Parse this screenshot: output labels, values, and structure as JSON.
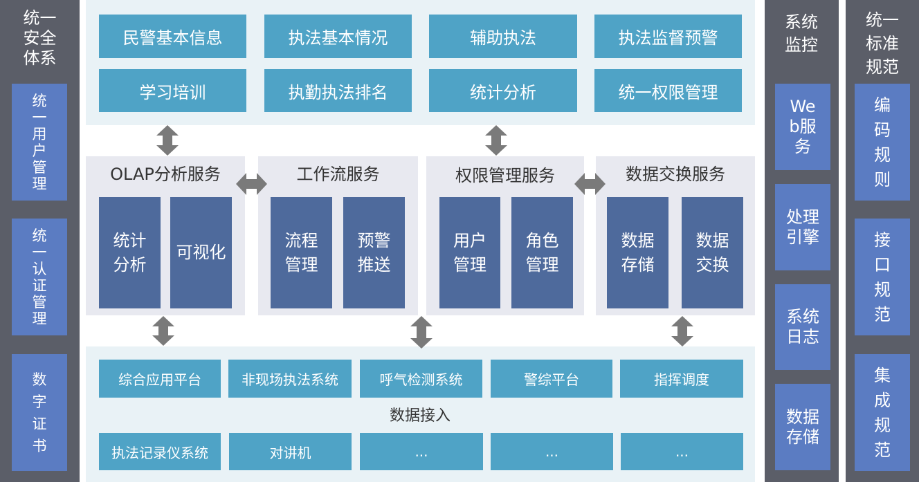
{
  "left_column": {
    "title": "统一安全体系",
    "items": [
      "统一用户管理",
      "统一认证管理",
      "数字证书"
    ]
  },
  "top_modules": {
    "row1": [
      "民警基本信息",
      "执法基本情况",
      "辅助执法",
      "执法监督预警"
    ],
    "row2": [
      "学习培训",
      "执勤执法排名",
      "统计分析",
      "统一权限管理"
    ]
  },
  "services": [
    {
      "title": "OLAP分析服务",
      "items": [
        "统计分析",
        "可视化"
      ]
    },
    {
      "title": "工作流服务",
      "items": [
        "流程管理",
        "预警推送"
      ]
    },
    {
      "title": "权限管理服务",
      "items": [
        "用户管理",
        "角色管理"
      ]
    },
    {
      "title": "数据交换服务",
      "items": [
        "数据存储",
        "数据交换"
      ]
    }
  ],
  "data_access": {
    "label": "数据接入",
    "row1": [
      "综合应用平台",
      "非现场执法系统",
      "呼气检测系统",
      "警综平台",
      "指挥调度"
    ],
    "row2": [
      "执法记录仪系统",
      "对讲机",
      "...",
      "...",
      "..."
    ]
  },
  "monitor_column": {
    "title": "系统监控",
    "items": [
      "Web服务",
      "处理引擎",
      "系统日志",
      "数据存储"
    ]
  },
  "standard_column": {
    "title": "统一标准规范",
    "items": [
      "编码规则",
      "接口规范",
      "集成规范"
    ]
  },
  "colors": {
    "dark_column": "#5b5e68",
    "column_item": "#5b7cc2",
    "teal_button": "#4fa3c6",
    "service_item": "#4e6a9c",
    "panel_bg": "#e9f2f6",
    "service_bg": "#e8e9f0",
    "arrow": "#7a7a7a"
  }
}
